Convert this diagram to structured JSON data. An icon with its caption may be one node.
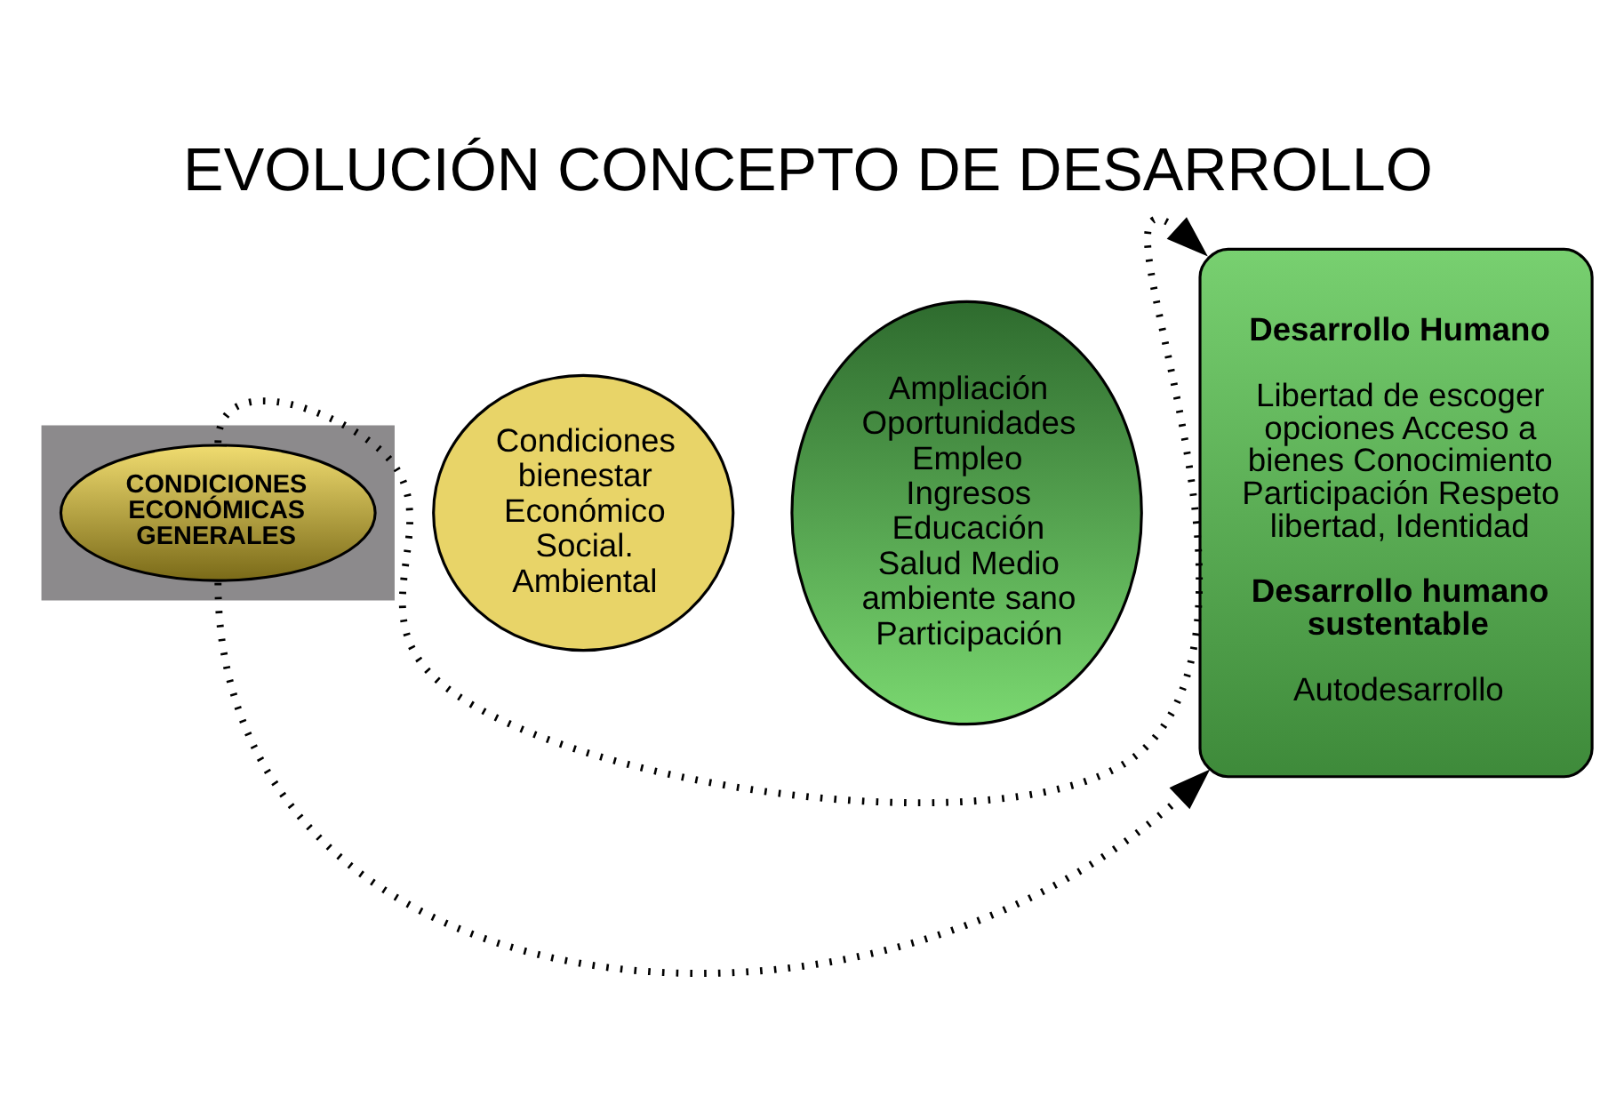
{
  "diagram": {
    "title": "EVOLUCIÓN CONCEPTO DE DESARROLLO",
    "nodes": [
      {
        "text": [],
        "shape": "box"
      },
      {
        "text": [
          "CONDICIONES ECONÓMICAS GENERALES"
        ],
        "in": 0
      },
      {
        "text": [
          "Condiciones bienestar Económico Social. Ambiental"
        ]
      },
      {
        "text": [
          "Ampliación Oportunidades Empleo Ingresos Educación Salud Medio ambiente sano Participación"
        ]
      },
      {
        "text": [
          "Desarrollo Humano",
          "Libertad de escoger opciones Acceso a bienes Conocimiento Participación Respeto libertad, Identidad",
          "Desarrollo humano sustentable",
          "Autodesarrollo"
        ]
      }
    ],
    "edges": [
      {
        "from": 1,
        "to": 4,
        "arrow": "to",
        "style": "dashed"
      },
      {
        "from": 1,
        "to": 4,
        "arrow": "to",
        "style": "dashed"
      }
    ]
  }
}
